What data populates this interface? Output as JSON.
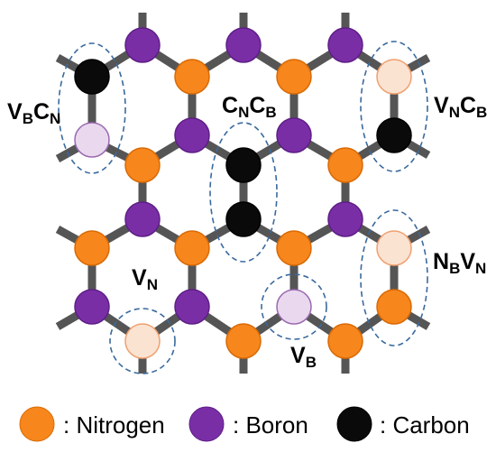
{
  "colors": {
    "nitrogen": "#f7861c",
    "boron": "#7a2ea6",
    "carbon": "#0a0a0a",
    "vacancy_n": "#fbe3d2",
    "vacancy_b": "#ead8ef",
    "bond": "#555555",
    "ring": "#3a6a9e"
  },
  "defect_labels": {
    "vbcn": {
      "main1": "V",
      "sub1": "B",
      "main2": "C",
      "sub2": "N"
    },
    "cncb": {
      "main1": "C",
      "sub1": "N",
      "main2": "C",
      "sub2": "B"
    },
    "vncb": {
      "main1": "V",
      "sub1": "N",
      "main2": "C",
      "sub2": "B"
    },
    "nbvn": {
      "main1": "N",
      "sub1": "B",
      "main2": "V",
      "sub2": "N"
    },
    "vn": {
      "main1": "V",
      "sub1": "N"
    },
    "vb": {
      "main1": "V",
      "sub1": "B"
    }
  },
  "legend": {
    "nitrogen": ": Nitrogen",
    "boron": ": Boron",
    "carbon": ": Carbon"
  }
}
